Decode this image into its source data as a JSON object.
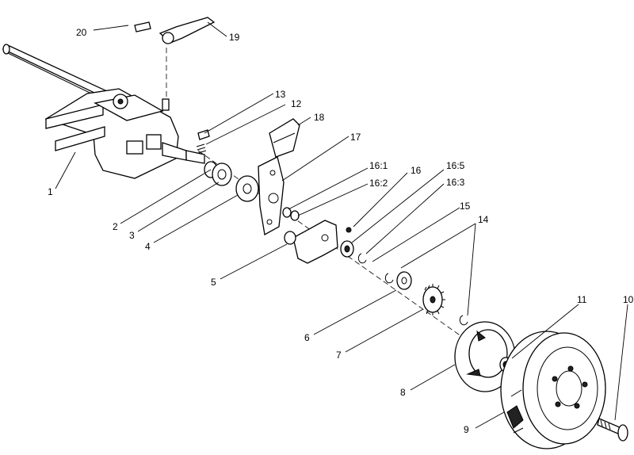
{
  "callouts": {
    "c1": "1",
    "c2": "2",
    "c3": "3",
    "c4": "4",
    "c5": "5",
    "c6": "6",
    "c7": "7",
    "c8": "8",
    "c9": "9",
    "c10": "10",
    "c11": "11",
    "c12": "12",
    "c13": "13",
    "c14": "14",
    "c15": "15",
    "c16": "16",
    "c16_1": "16:1",
    "c16_2": "16:2",
    "c16_3": "16:3",
    "c16_5": "16:5",
    "c17": "17",
    "c18": "18",
    "c19": "19",
    "c20": "20"
  }
}
